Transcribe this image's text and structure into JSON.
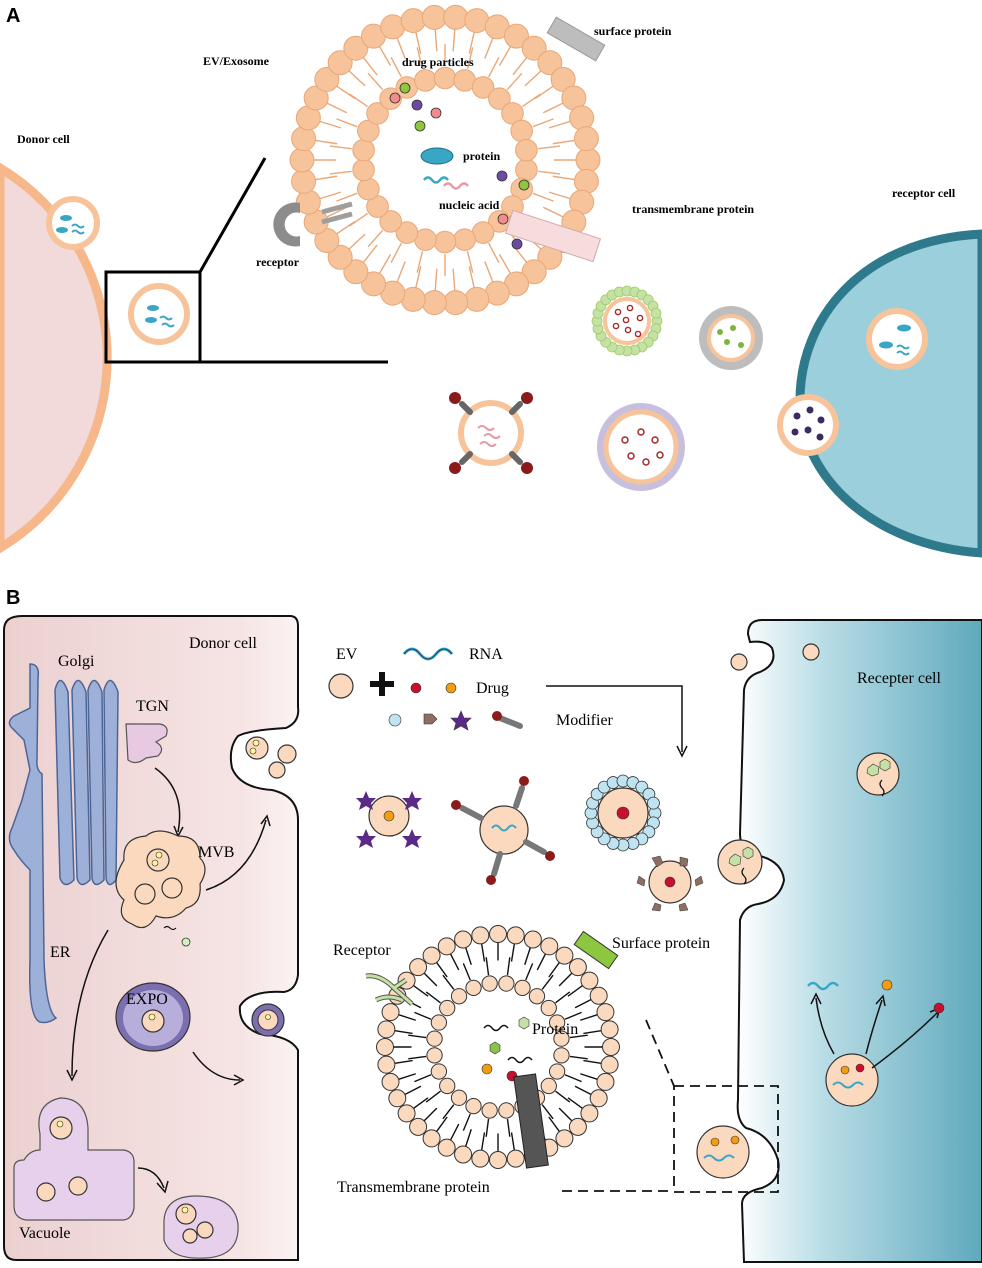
{
  "panel_a": {
    "letter": "A",
    "labels": {
      "donor_cell": "Donor cell",
      "ev_exosome": "EV/Exosome",
      "drug_particles": "drug particles",
      "surface_protein": "surface protein",
      "protein": "protein",
      "nucleic_acid": "nucleic acid",
      "transmembrane_protein": "transmembrane protein",
      "receptor": "receptor",
      "receptor_cell": "receptor cell"
    }
  },
  "panel_b": {
    "letter": "B",
    "labels": {
      "donor_cell": "Donor cell",
      "golgi": "Golgi",
      "tgn": "TGN",
      "mvb": "MVB",
      "er": "ER",
      "expo": "EXPO",
      "vacuole": "Vacuole",
      "ev": "EV",
      "rna": "RNA",
      "drug": "Drug",
      "modifier": "Modifier",
      "receptor": "Receptor",
      "surface_protein": "Surface protein",
      "protein": "Protein",
      "transmembrane_protein": "Transmembrane protein",
      "recepter_cell": "Recepter cell"
    }
  },
  "colors": {
    "lipid_head": "#F7C39A",
    "lipid_stroke": "#E8A778",
    "donor_fill": "#F2DCDC",
    "donor_rim": "#F6B88B",
    "receptor_fill": "#9ACFDB",
    "receptor_rim": "#2E7A8C",
    "protein_blue": "#3AA6C6",
    "drug_red": "#C8102E",
    "drug_orange": "#F39C12",
    "star_purple": "#5B2A86",
    "green_membrane": "#8DC63F",
    "grey_protein": "#8C8C8C"
  }
}
